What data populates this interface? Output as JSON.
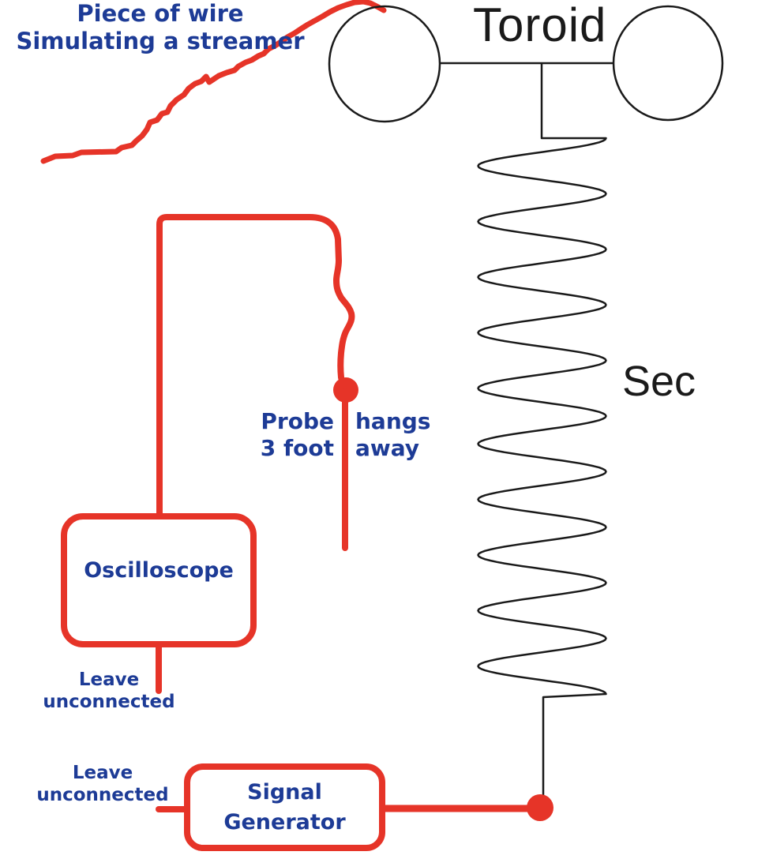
{
  "labels": {
    "streamer_note_line1": "Piece of wire",
    "streamer_note_line2": "Simulating a streamer",
    "toroid": "Toroid",
    "secondary": "Sec",
    "probe_note": {
      "left_line1": "Probe",
      "right_line1": "hangs",
      "left_line2": "3 foot",
      "right_line2": "away"
    },
    "oscilloscope": "Oscilloscope",
    "signal_generator_line1": "Signal",
    "signal_generator_line2": "Generator",
    "oscilloscope_note_line1": "Leave",
    "oscilloscope_note_line2": "unconnected",
    "generator_note_line1": "Leave",
    "generator_note_line2": "unconnected"
  },
  "colors": {
    "wire_red": "#e63428",
    "label_blue": "#1d3b96",
    "line_black": "#1a1a1a"
  }
}
